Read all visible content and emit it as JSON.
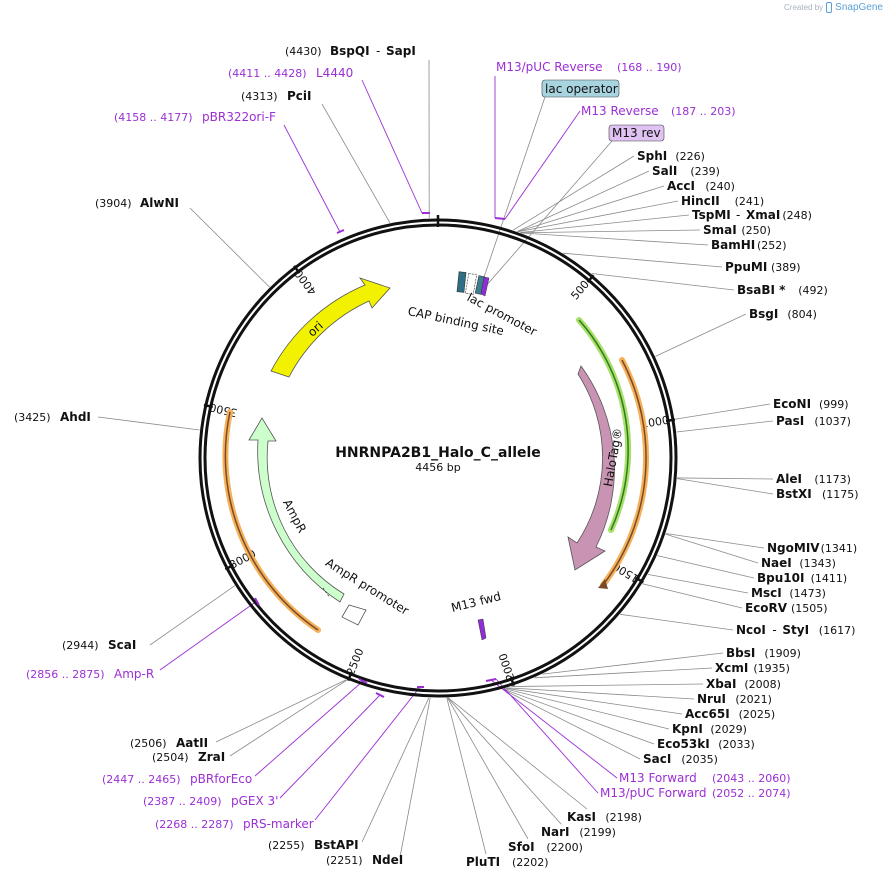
{
  "plasmid": {
    "name": "HNRNPA2B1_Halo_C_allele",
    "size_label": "4456 bp",
    "length": 4456
  },
  "branding": {
    "created_by": "Created by",
    "app": "SnapGene"
  },
  "ticks": [
    "500",
    "1000",
    "1500",
    "2000",
    "2500",
    "3000",
    "3500",
    "4000"
  ],
  "colors": {
    "primer": "#9b2fd4",
    "enzyme": "#111111",
    "backbone": "#111111",
    "line": "#8a8a8a"
  },
  "features": [
    {
      "id": "ori",
      "name": "ori",
      "fill": "#f2f200"
    },
    {
      "id": "halotag",
      "name": "HaloTag®",
      "fill": "#c994b4"
    },
    {
      "id": "ampr",
      "name": "AmpR",
      "fill": "#ccffcc"
    },
    {
      "id": "ampr-promoter",
      "name": "AmpR promoter",
      "fill": "#ffffff"
    },
    {
      "id": "lac-promoter",
      "name": "lac promoter",
      "fill": "#ffffff"
    },
    {
      "id": "cap",
      "name": "CAP binding site",
      "fill": "#2e6e86"
    },
    {
      "id": "m13fwd",
      "name": "M13 fwd",
      "fill": "#8f2ed8"
    }
  ],
  "boxed_labels": {
    "lac_operator": "lac operator",
    "m13_rev": "M13 rev"
  },
  "enzymes_right": [
    {
      "name": "SphI",
      "pos": "(226)"
    },
    {
      "name": "SalI",
      "pos": "(239)"
    },
    {
      "name": "AccI",
      "pos": "(240)"
    },
    {
      "name": "HincII",
      "pos": "(241)"
    },
    {
      "name": "TspMI",
      "name2": "XmaI",
      "pos": "(248)"
    },
    {
      "name": "SmaI",
      "pos": "(250)"
    },
    {
      "name": "BamHI",
      "pos": "(252)"
    },
    {
      "name": "PpuMI",
      "pos": "(389)"
    },
    {
      "name": "BsaBI *",
      "pos": "(492)"
    },
    {
      "name": "BsgI",
      "pos": "(804)"
    },
    {
      "name": "EcoNI",
      "pos": "(999)"
    },
    {
      "name": "PasI",
      "pos": "(1037)"
    },
    {
      "name": "AleI",
      "pos": "(1173)"
    },
    {
      "name": "BstXI",
      "pos": "(1175)"
    },
    {
      "name": "NgoMIV",
      "pos": "(1341)"
    },
    {
      "name": "NaeI",
      "pos": "(1343)"
    },
    {
      "name": "Bpu10I",
      "pos": "(1411)"
    },
    {
      "name": "MscI",
      "pos": "(1473)"
    },
    {
      "name": "EcoRV",
      "pos": "(1505)"
    },
    {
      "name": "NcoI",
      "name2": "StyI",
      "pos": "(1617)"
    },
    {
      "name": "BbsI",
      "pos": "(1909)"
    },
    {
      "name": "XcmI",
      "pos": "(1935)"
    },
    {
      "name": "XbaI",
      "pos": "(2008)"
    },
    {
      "name": "NruI",
      "pos": "(2021)"
    },
    {
      "name": "Acc65I",
      "pos": "(2025)"
    },
    {
      "name": "KpnI",
      "pos": "(2029)"
    },
    {
      "name": "Eco53kI",
      "pos": "(2033)"
    },
    {
      "name": "SacI",
      "pos": "(2035)"
    },
    {
      "name": "KasI",
      "pos": "(2198)"
    },
    {
      "name": "NarI",
      "pos": "(2199)"
    },
    {
      "name": "SfoI",
      "pos": "(2200)"
    },
    {
      "name": "PluTI",
      "pos": "(2202)"
    }
  ],
  "enzymes_left": [
    {
      "name": "BspQI",
      "name2": "SapI",
      "pos": "(4430)"
    },
    {
      "name": "PciI",
      "pos": "(4313)"
    },
    {
      "name": "AlwNI",
      "pos": "(3904)"
    },
    {
      "name": "AhdI",
      "pos": "(3425)"
    },
    {
      "name": "ScaI",
      "pos": "(2944)"
    },
    {
      "name": "AatII",
      "pos": "(2506)"
    },
    {
      "name": "ZraI",
      "pos": "(2504)"
    },
    {
      "name": "BstAPI",
      "pos": "(2255)"
    },
    {
      "name": "NdeI",
      "pos": "(2251)"
    }
  ],
  "primers": [
    {
      "name": "M13/pUC Reverse",
      "range": "(168 .. 190)"
    },
    {
      "name": "M13 Reverse",
      "range": "(187 .. 203)"
    },
    {
      "name": "L4440",
      "range": "(4411 .. 4428)"
    },
    {
      "name": "pBR322ori-F",
      "range": "(4158 .. 4177)"
    },
    {
      "name": "Amp-R",
      "range": "(2856 .. 2875)"
    },
    {
      "name": "pBRforEco",
      "range": "(2447 .. 2465)"
    },
    {
      "name": "pGEX 3'",
      "range": "(2387 .. 2409)"
    },
    {
      "name": "pRS-marker",
      "range": "(2268 .. 2287)"
    },
    {
      "name": "M13 Forward",
      "range": "(2043 .. 2060)"
    },
    {
      "name": "M13/pUC Forward",
      "range": "(2052 .. 2074)"
    }
  ]
}
